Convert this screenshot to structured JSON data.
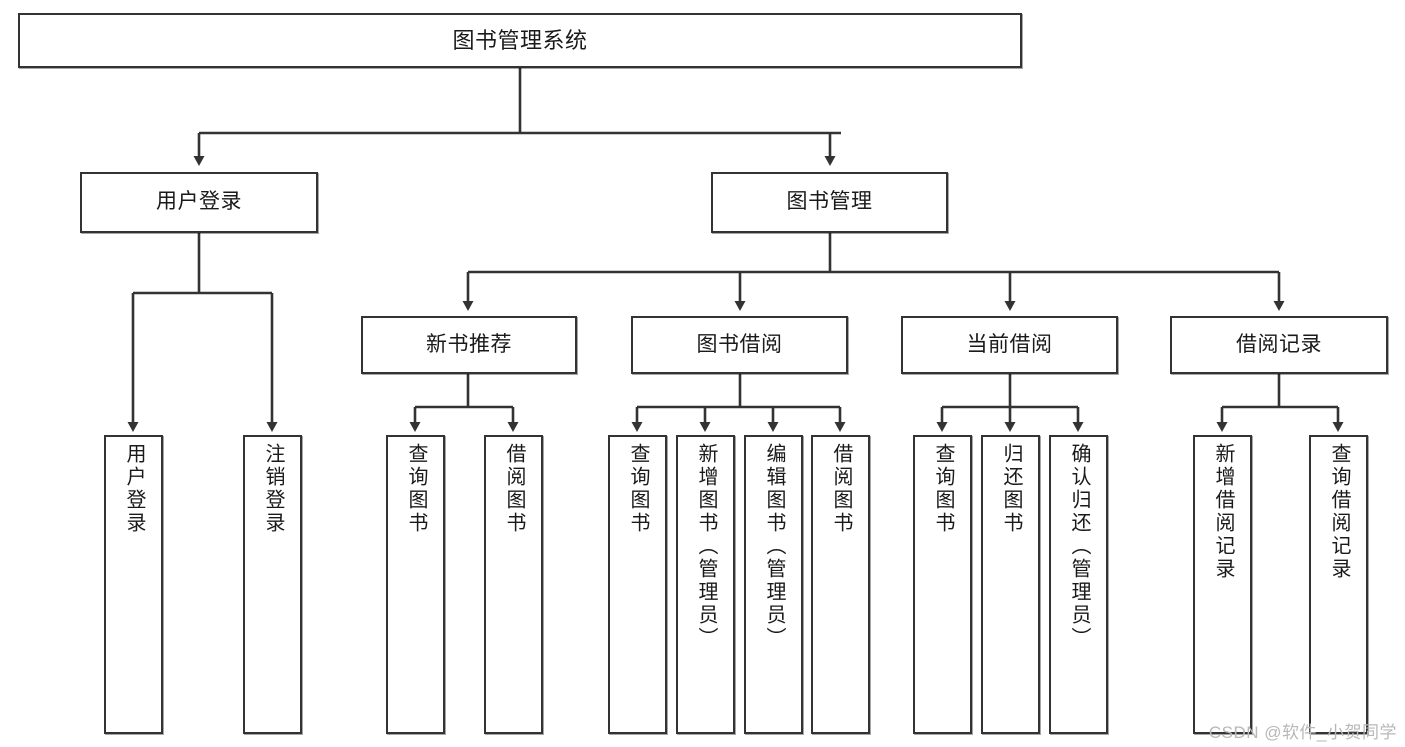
{
  "diagram": {
    "type": "tree-hierarchy",
    "title": "图书管理系统",
    "root": {
      "id": "root",
      "label": "图书管理系统"
    },
    "level2": [
      {
        "id": "user-login",
        "label": "用户登录"
      },
      {
        "id": "book-manage",
        "label": "图书管理"
      }
    ],
    "level3": [
      {
        "id": "new-book-rec",
        "label": "新书推荐"
      },
      {
        "id": "book-borrow",
        "label": "图书借阅"
      },
      {
        "id": "current-borrow",
        "label": "当前借阅"
      },
      {
        "id": "borrow-record",
        "label": "借阅记录"
      }
    ],
    "leaves": [
      {
        "id": "leaf-user-login",
        "label": "用户登录",
        "parent": "user-login"
      },
      {
        "id": "leaf-logout",
        "label": "注销登录",
        "parent": "user-login"
      },
      {
        "id": "leaf-query-book-1",
        "label": "查询图书",
        "parent": "new-book-rec"
      },
      {
        "id": "leaf-borrow-book-1",
        "label": "借阅图书",
        "parent": "new-book-rec"
      },
      {
        "id": "leaf-query-book-2",
        "label": "查询图书",
        "parent": "book-borrow"
      },
      {
        "id": "leaf-add-book",
        "label": "新增图书（管理员）",
        "parent": "book-borrow"
      },
      {
        "id": "leaf-edit-book",
        "label": "编辑图书（管理员）",
        "parent": "book-borrow"
      },
      {
        "id": "leaf-borrow-book-2",
        "label": "借阅图书",
        "parent": "book-borrow"
      },
      {
        "id": "leaf-query-book-3",
        "label": "查询图书",
        "parent": "current-borrow"
      },
      {
        "id": "leaf-return-book",
        "label": "归还图书",
        "parent": "current-borrow"
      },
      {
        "id": "leaf-confirm-return",
        "label": "确认归还（管理员）",
        "parent": "current-borrow"
      },
      {
        "id": "leaf-add-record",
        "label": "新增借阅记录",
        "parent": "borrow-record"
      },
      {
        "id": "leaf-query-record",
        "label": "查询借阅记录",
        "parent": "borrow-record"
      }
    ],
    "colors": {
      "stroke": "#333333",
      "fill": "#ffffff",
      "text": "#1a1a1a",
      "watermark": "#b8b8b8"
    }
  },
  "watermark": {
    "text": "CSDN @软件_小贺同学"
  }
}
